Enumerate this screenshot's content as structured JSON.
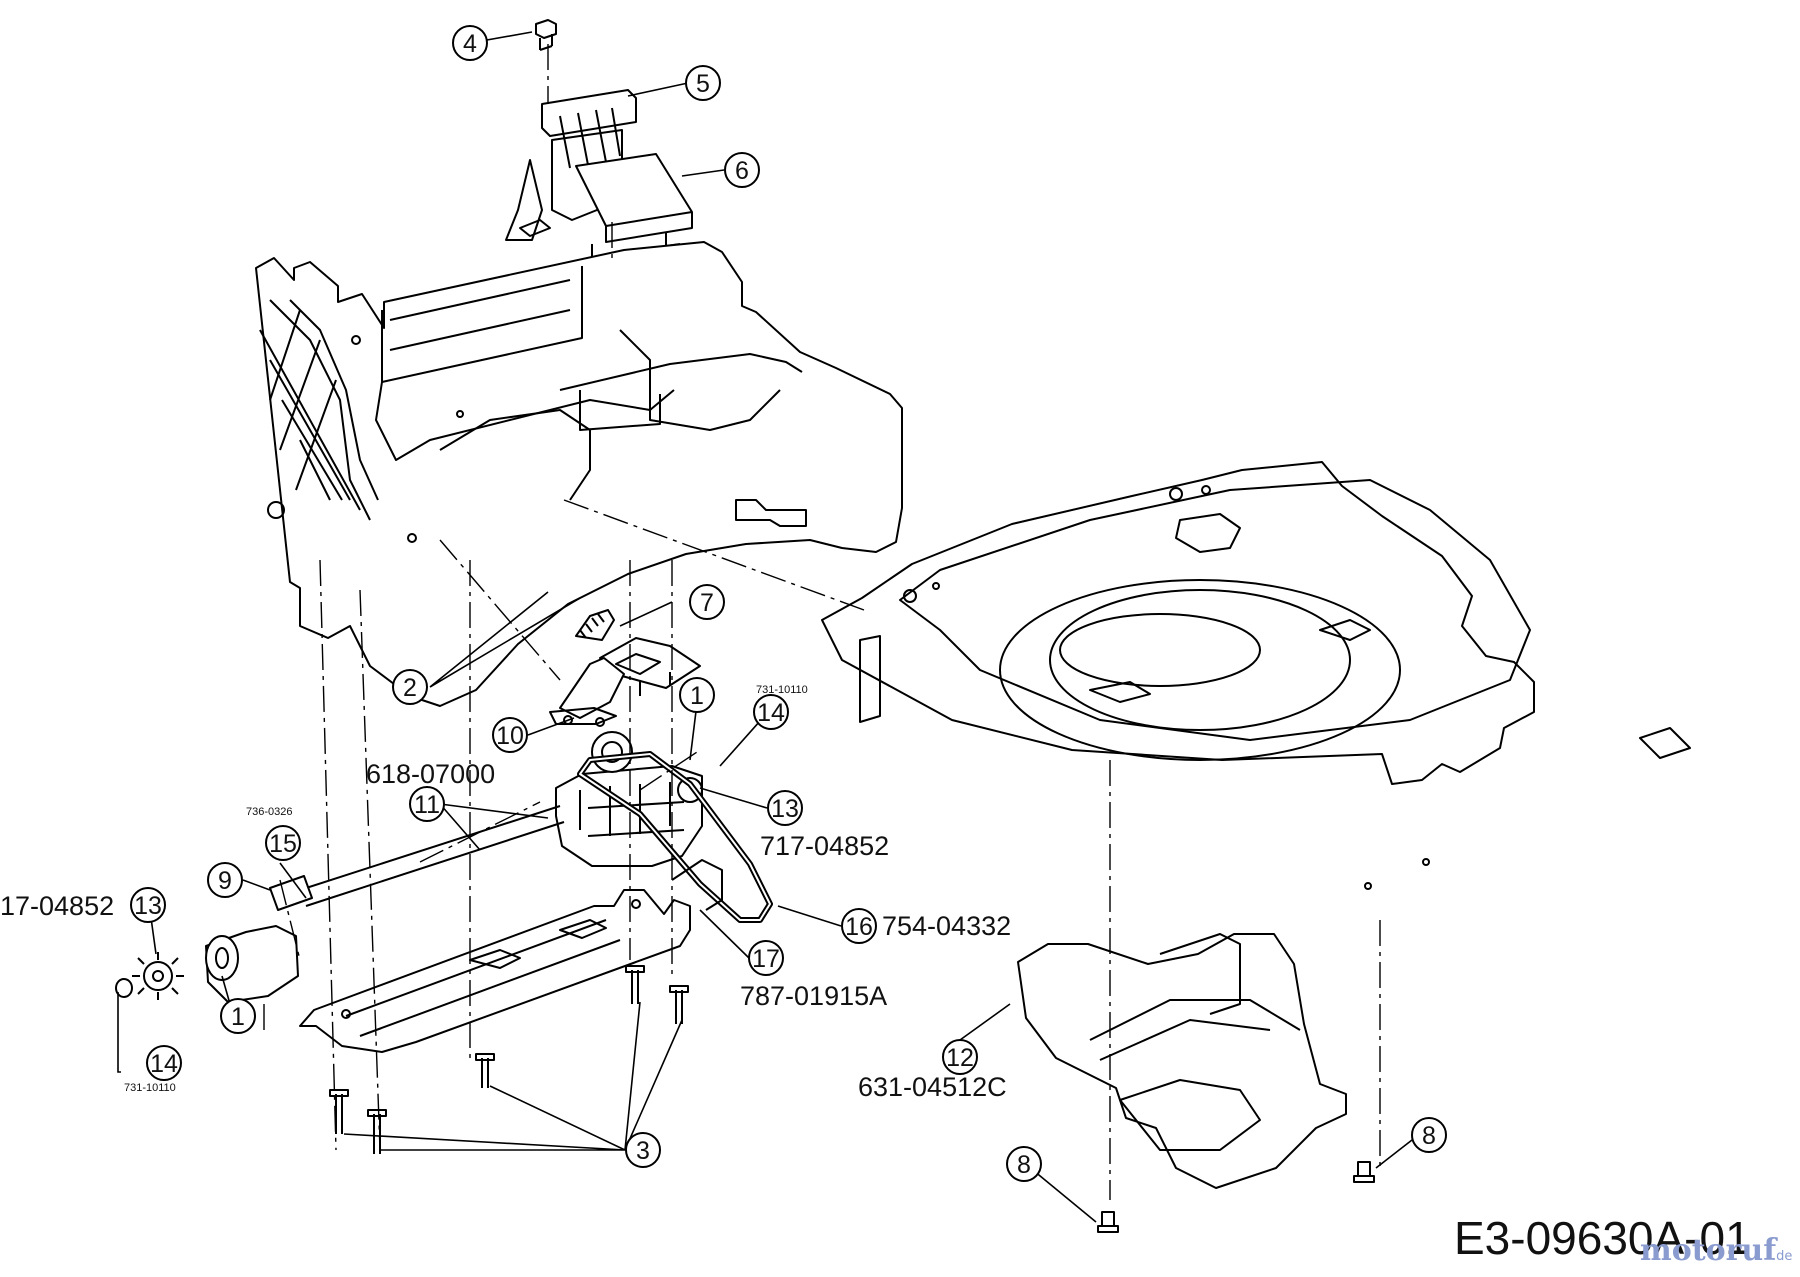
{
  "callouts": [
    "4",
    "5",
    "6",
    "7",
    "2",
    "1",
    "14",
    "10",
    "13",
    "11",
    "15",
    "9",
    "13",
    "14",
    "1",
    "16",
    "17",
    "12",
    "3",
    "8",
    "8"
  ],
  "part_numbers": {
    "pn_618": "618-07000",
    "pn_717_right": "717-04852",
    "pn_717_left": "17-04852",
    "pn_754": "754-04332",
    "pn_787": "787-01915A",
    "pn_631": "631-04512C"
  },
  "small_labels": {
    "s731_top": "731-10110",
    "s736": "736-0326",
    "s731_bottom": "731-10110"
  },
  "diagram_ref": "E3-09630A-01",
  "watermark": {
    "brand": "motoruf",
    "suffix": ".de",
    "brand_color": "#8a9bd0"
  }
}
